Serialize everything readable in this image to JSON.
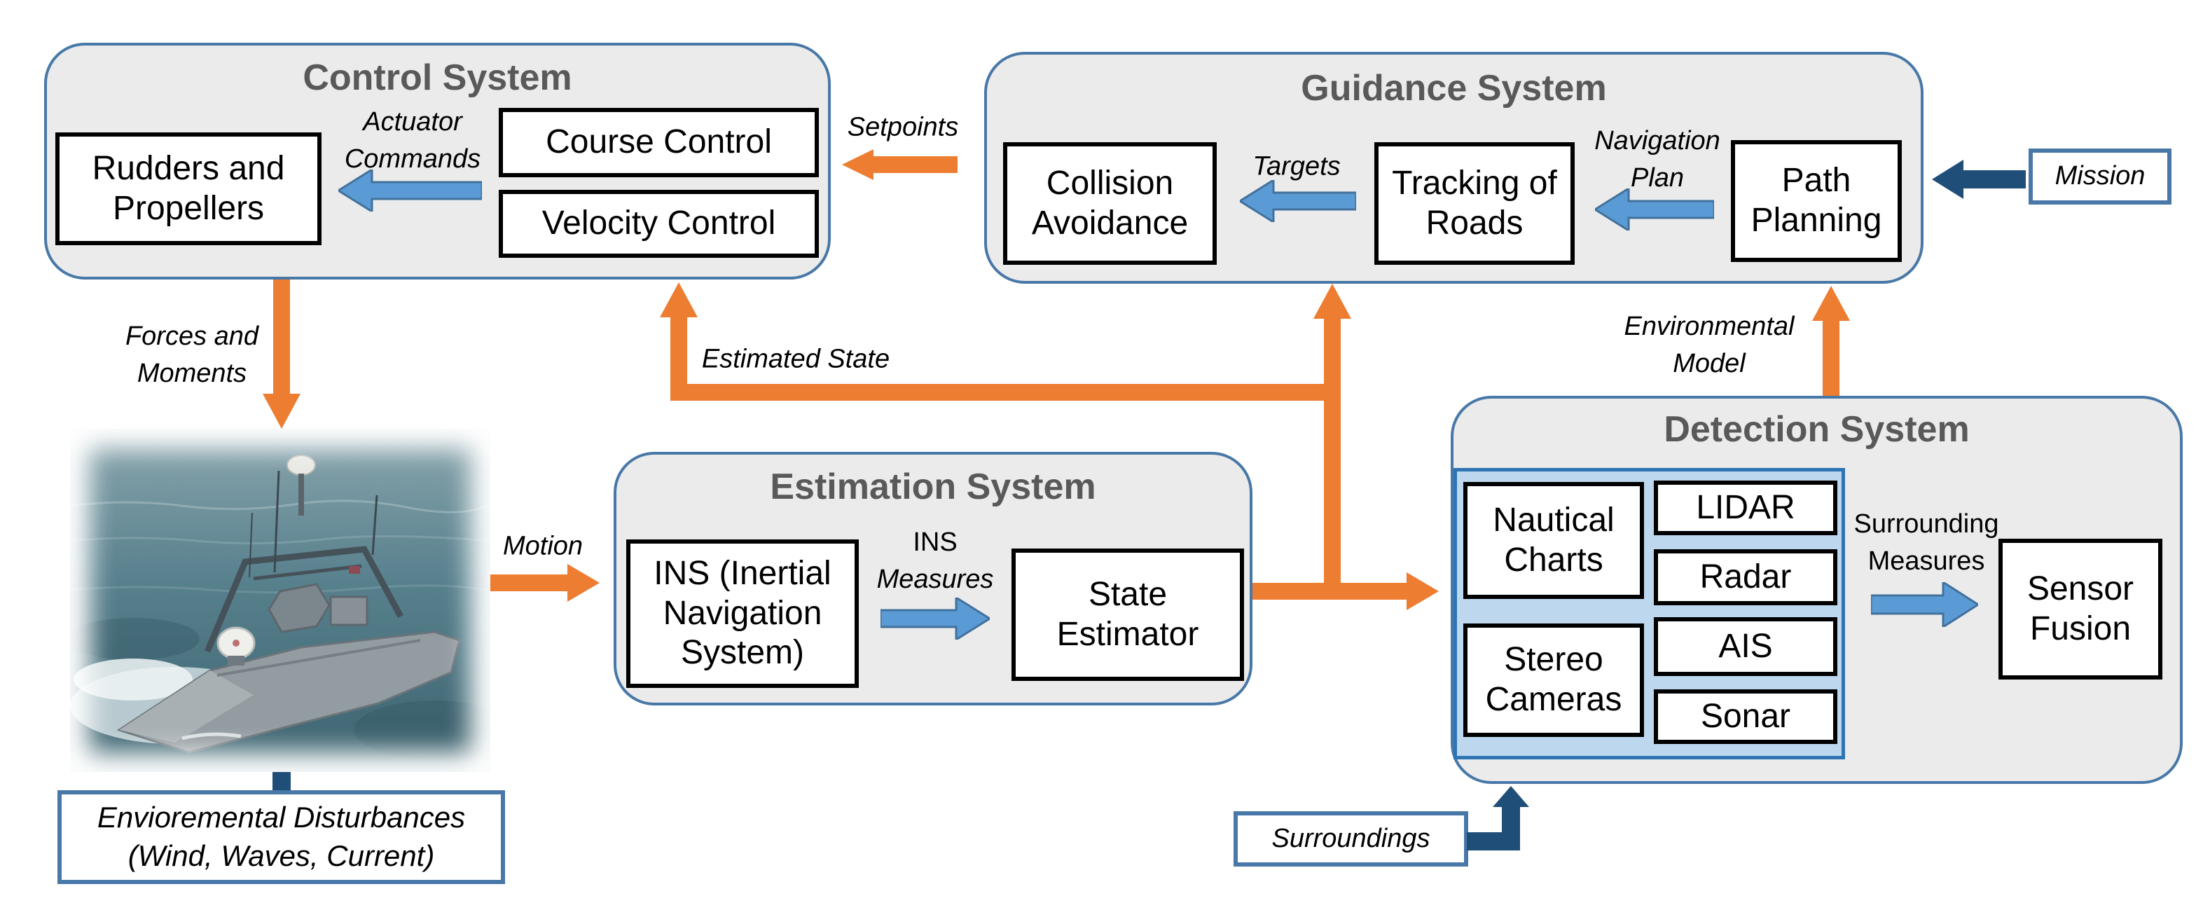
{
  "colors": {
    "orange_flow": "#ED7D31",
    "blue_block_arrow": "#5B9BD5",
    "blue_block_arrow_border": "#41719C",
    "dark_navy_arrow": "#1F4E79",
    "container_border": "#4878A8",
    "container_fill": "#EBEBEB",
    "sensor_panel_fill": "#BDD7EE",
    "sensor_panel_border": "#2E75B6",
    "title_gray": "#595959"
  },
  "control": {
    "title": "Control System",
    "rudders": "Rudders and Propellers",
    "course": "Course Control",
    "velocity": "Velocity Control",
    "actuator_line1": "Actuator",
    "actuator_line2": "Commands"
  },
  "guidance": {
    "title": "Guidance System",
    "collision": "Collision Avoidance",
    "tracking": "Tracking of Roads",
    "path": "Path Planning",
    "targets": "Targets",
    "nav_line1": "Navigation",
    "nav_line2": "Plan"
  },
  "estimation": {
    "title": "Estimation System",
    "ins": "INS (Inertial Navigation System)",
    "state": "State Estimator",
    "meas_line1": "INS",
    "meas_line2": "Measures"
  },
  "detection": {
    "title": "Detection System",
    "nautical": "Nautical Charts",
    "lidar": "LIDAR",
    "radar": "Radar",
    "stereo": "Stereo Cameras",
    "ais": "AIS",
    "sonar": "Sonar",
    "fusion": "Sensor Fusion",
    "meas_line1": "Surrounding",
    "meas_line2": "Measures"
  },
  "flows": {
    "setpoints": "Setpoints",
    "estimated_state": "Estimated State",
    "motion": "Motion",
    "forces_line1": "Forces and",
    "forces_line2": "Moments",
    "env_line1": "Environmental",
    "env_line2": "Model"
  },
  "external": {
    "mission": "Mission",
    "surroundings": "Surroundings",
    "env_line1": "Envioremental Disturbances",
    "env_line2": "(Wind, Waves, Current)"
  }
}
